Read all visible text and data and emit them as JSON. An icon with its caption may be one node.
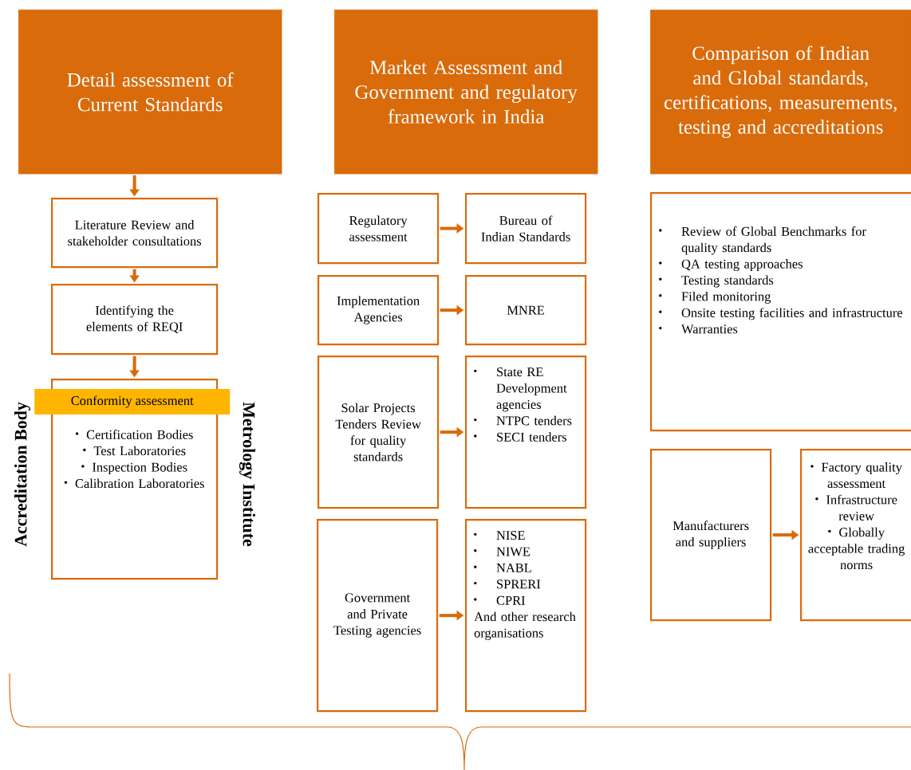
{
  "diagram": {
    "nodes": [
      {
        "text": [
          "Detail assessment of Current Standards"
        ]
      },
      {
        "text": [
          "Market Assessment and Government and regulatory framework in India"
        ]
      },
      {
        "text": [
          "Comparison of Indian and Global standards, certifications, measurements, testing and accreditations"
        ]
      },
      {
        "text": [
          "Literature Review and stakeholder consultations"
        ]
      },
      {
        "text": [
          "Identifying the elements of REQI"
        ]
      },
      {
        "text": [
          "Conformity assessment",
          "Certification Bodies",
          "Test Laboratories",
          "Inspection Bodies",
          "Calibration Laboratories"
        ],
        "beside": [
          "Accreditation Body",
          "Metrology Institute"
        ]
      },
      {
        "text": [
          "Regulatory assessment"
        ]
      },
      {
        "text": [
          "Bureau of Indian Standards"
        ]
      },
      {
        "text": [
          "Implementation Agencies"
        ]
      },
      {
        "text": [
          "MNRE"
        ]
      },
      {
        "text": [
          "Solar Projects Tenders Review for quality standards"
        ]
      },
      {
        "text": [
          "State RE Development agencies",
          "NTPC tenders",
          "SECI tenders"
        ]
      },
      {
        "text": [
          "Government and Private Testing agencies"
        ]
      },
      {
        "text": [
          "NISE",
          "NIWE",
          "NABL",
          "SPRERI",
          "CPRI",
          "And other research organisations"
        ]
      },
      {
        "text": [
          "Review of Global Benchmarks for quality standards",
          "QA testing approaches",
          "Testing standards",
          "Filed monitoring",
          "Onsite testing facilities and infrastructure",
          "Warranties"
        ]
      },
      {
        "text": [
          "Manufacturers and suppliers"
        ]
      },
      {
        "text": [
          "Factory quality assessment",
          "Infrastructure review",
          "Globally acceptable trading norms"
        ]
      }
    ],
    "edges": [
      {
        "from": 0,
        "to": 3,
        "arrow": "to"
      },
      {
        "from": 3,
        "to": 4,
        "arrow": "to"
      },
      {
        "from": 4,
        "to": 5,
        "arrow": "to"
      },
      {
        "from": 6,
        "to": 7,
        "arrow": "to"
      },
      {
        "from": 8,
        "to": 9,
        "arrow": "to"
      },
      {
        "from": 10,
        "to": 11,
        "arrow": "to"
      },
      {
        "from": 12,
        "to": 13,
        "arrow": "to"
      },
      {
        "from": 15,
        "to": 16,
        "arrow": "to"
      }
    ]
  }
}
